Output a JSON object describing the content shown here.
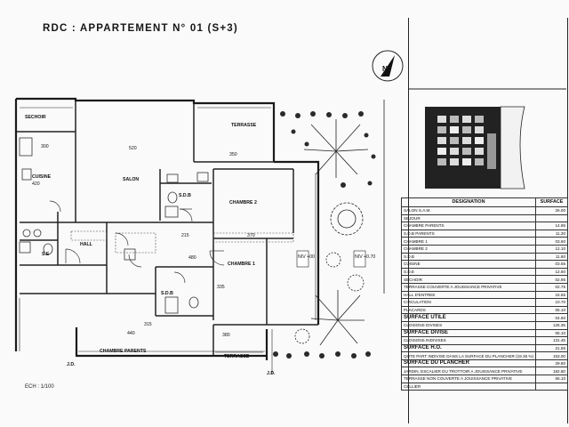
{
  "plan": {
    "title": "RDC : APPARTEMENT N° 01 (S+3)",
    "scale": "ECH : 1/100",
    "rooms": {
      "sechoir": "SECHOIR",
      "terrasse_top": "TERRASSE",
      "cuisine": "CUISINE",
      "salon": "SALON",
      "sdb_top": "S.D.B",
      "chambre2": "CHAMBRE 2",
      "hall": "HALL",
      "se": "S.E",
      "chambre1": "CHAMBRE 1",
      "sdb_bottom": "S.D.B",
      "chambre_parents": "CHAMBRE PARENTS",
      "terrasse_bottom": "TERRASSE"
    },
    "dimensions": [
      "300",
      "520",
      "350",
      "215",
      "370",
      "440",
      "335",
      "315",
      "380",
      "480",
      "420"
    ],
    "levels": {
      "niv1": "NIV +00",
      "niv2": "NIV +0.70"
    },
    "jd_left": "J.D.",
    "jd_right": "J.D."
  },
  "table": {
    "header": {
      "designation": "DESIGNATION",
      "surface": "SURFACE"
    },
    "rows": [
      {
        "label": "SALON S.A.M.",
        "value": "26.00"
      },
      {
        "label": "SEJOUR",
        "value": ""
      },
      {
        "label": "CHAMBRE PARENTS",
        "value": "14.85"
      },
      {
        "label": "S.D.B PARENTS",
        "value": "11.30"
      },
      {
        "label": "CHAMBRE 1",
        "value": "03.60"
      },
      {
        "label": "CHAMBRE 2",
        "value": "12.10"
      },
      {
        "label": "S.D.B",
        "value": "11.60"
      },
      {
        "label": "CUISINE",
        "value": "03.65"
      },
      {
        "label": "S.D.E",
        "value": "12.60"
      },
      {
        "label": "SECHOIR",
        "value": "02.95"
      },
      {
        "label": "TERRASSE COUVERTE A JOUISSANCE PRIVATIVE",
        "value": "02.75"
      },
      {
        "label": "HALL D'ENTREE",
        "value": "15.55"
      },
      {
        "label": "CIRCULATION",
        "value": "10.70"
      },
      {
        "label": "PLACARDS",
        "value": "05.10"
      },
      {
        "label": "SURFACE UTILE",
        "value": "04.60",
        "big": true
      },
      {
        "label": "CLOISONS DIVISES",
        "value": "126.35"
      },
      {
        "label": "SURFACE DIVISE",
        "value": "05.10",
        "big": true
      },
      {
        "label": "CLOISONS INDIVISES",
        "value": "131.45"
      },
      {
        "label": "SURFACE H.O.",
        "value": "21.55",
        "big": true
      },
      {
        "label": "QOTE PART INDIVISE DANS LA SURFACE DU PLANCHER (19.35 %)",
        "value": "153.00"
      },
      {
        "label": "SURFACE DU PLANCHER",
        "value": "29.80",
        "big": true
      },
      {
        "label": "JARDIN, ESCALIER DU TROTTOIR A JOUISSANCE PRIVATIVE",
        "value": "182.80"
      },
      {
        "label": "TERRASSE NON COUVERTE A JOUISSANCE PRIVATIVE",
        "value": "55.10"
      },
      {
        "label": "CELLIER",
        "value": ""
      }
    ]
  }
}
